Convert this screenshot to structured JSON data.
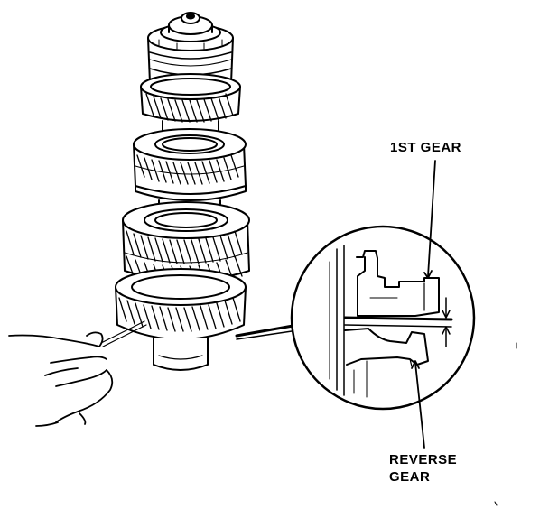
{
  "labels": {
    "first_gear": "1ST GEAR",
    "reverse_gear_line1": "REVERSE",
    "reverse_gear_line2": "GEAR"
  },
  "colors": {
    "ink": "#000000",
    "paper": "#ffffff"
  }
}
